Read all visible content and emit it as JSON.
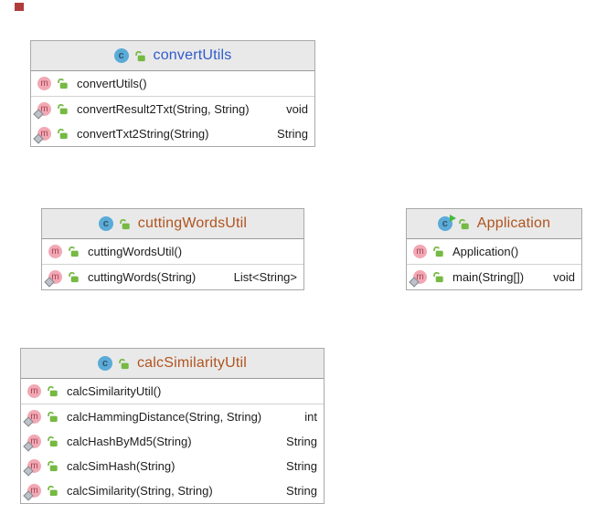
{
  "icons": {
    "class_letter": "c",
    "method_letter": "m"
  },
  "colors": {
    "box_border": "#a9a9a9",
    "header_bg": "#e9e9e9",
    "header_border": "#9a9a9a",
    "row_border": "#d2d2d2",
    "text": "#1c1c1c",
    "class_icon_bg": "#5aabd8",
    "class_icon_letter": "#33566b",
    "method_icon_bg": "#f2a8b4",
    "method_icon_letter": "#a04552",
    "lock_green": "#76b943",
    "run_green": "#44b93e",
    "static_fill": "#bcc2c8",
    "static_border": "#82878d",
    "marker_red": "#b23b3b"
  },
  "classes": [
    {
      "name": "convertUtils",
      "title_color": "#2e5bcd",
      "runnable": false,
      "sections": [
        {
          "rows": [
            {
              "label": "convertUtils()",
              "ret": "",
              "static": false
            }
          ]
        },
        {
          "rows": [
            {
              "label": "convertResult2Txt(String, String)",
              "ret": "void",
              "static": true
            },
            {
              "label": "convertTxt2String(String)",
              "ret": "String",
              "static": true
            }
          ]
        }
      ]
    },
    {
      "name": "cuttingWordsUtil",
      "title_color": "#b0541e",
      "runnable": false,
      "sections": [
        {
          "rows": [
            {
              "label": "cuttingWordsUtil()",
              "ret": "",
              "static": false
            }
          ]
        },
        {
          "rows": [
            {
              "label": "cuttingWords(String)",
              "ret": "List<String>",
              "static": true
            }
          ]
        }
      ]
    },
    {
      "name": "Application",
      "title_color": "#b0541e",
      "runnable": true,
      "sections": [
        {
          "rows": [
            {
              "label": "Application()",
              "ret": "",
              "static": false
            }
          ]
        },
        {
          "rows": [
            {
              "label": "main(String[])",
              "ret": "void",
              "static": true
            }
          ]
        }
      ]
    },
    {
      "name": "calcSimilarityUtil",
      "title_color": "#b0541e",
      "runnable": false,
      "sections": [
        {
          "rows": [
            {
              "label": "calcSimilarityUtil()",
              "ret": "",
              "static": false
            }
          ]
        },
        {
          "rows": [
            {
              "label": "calcHammingDistance(String, String)",
              "ret": "int",
              "static": true
            },
            {
              "label": "calcHashByMd5(String)",
              "ret": "String",
              "static": true
            },
            {
              "label": "calcSimHash(String)",
              "ret": "String",
              "static": true
            },
            {
              "label": "calcSimilarity(String, String)",
              "ret": "String",
              "static": true
            }
          ]
        }
      ]
    }
  ]
}
